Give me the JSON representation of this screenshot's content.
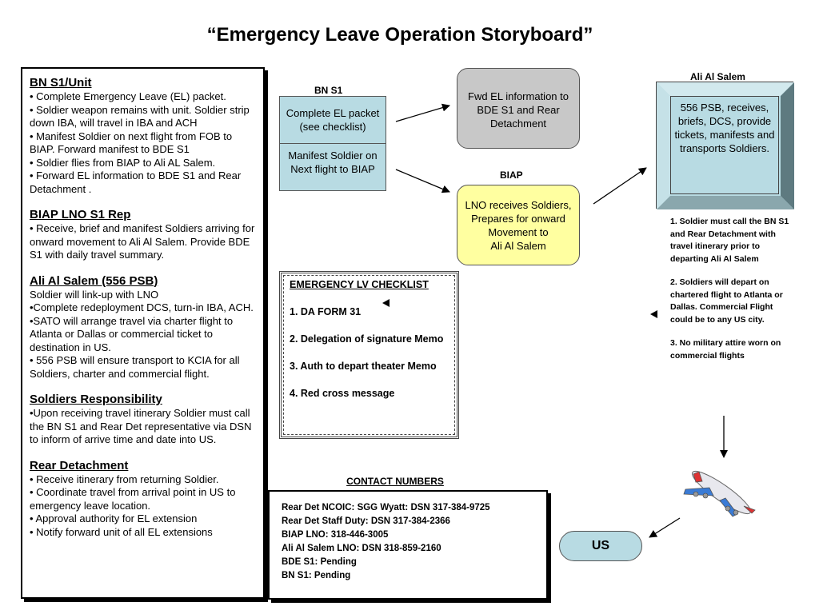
{
  "title": "“Emergency Leave Operation Storyboard”",
  "left_panel": {
    "sections": [
      {
        "heading": "BN S1/Unit",
        "lines": [
          "• Complete Emergency Leave (EL) packet.",
          "• Soldier weapon remains with unit. Soldier strip down IBA, will travel in IBA and ACH",
          "• Manifest Soldier on next flight from FOB to BIAP. Forward manifest to BDE S1",
          "• Soldier flies from BIAP to Ali AL Salem.",
          "• Forward EL information to BDE S1 and Rear Detachment ."
        ]
      },
      {
        "heading": "BIAP LNO S1 Rep",
        "lines": [
          "• Receive, brief and manifest Soldiers arriving for onward movement to Ali Al Salem. Provide BDE S1 with daily travel summary."
        ]
      },
      {
        "heading": "Ali Al Salem (556 PSB)",
        "lines": [
          " Soldier will link-up with LNO",
          "•Complete redeployment DCS, turn-in IBA, ACH.",
          "•SATO will arrange travel via charter flight to Atlanta or Dallas or commercial ticket to destination in US.",
          "• 556 PSB will ensure transport to KCIA for all Soldiers, charter and commercial flight."
        ]
      },
      {
        "heading": "Soldiers Responsibility",
        "lines": [
          "•Upon receiving travel itinerary Soldier must call the BN S1 and Rear Det representative via DSN to inform of arrive time and date into US."
        ]
      },
      {
        "heading": "Rear Detachment",
        "lines": [
          "• Receive itinerary from returning Soldier.",
          "• Coordinate travel from arrival point in US to emergency leave location.",
          "• Approval authority for EL extension",
          "• Notify forward unit of all EL extensions"
        ]
      }
    ]
  },
  "bn_s1": {
    "label": "BN S1",
    "cell1": "Complete EL packet (see checklist)",
    "cell2": "Manifest Soldier on Next flight to BIAP"
  },
  "fwd": {
    "text": "Fwd EL information to BDE S1 and Rear Detachment"
  },
  "biap": {
    "label": "BIAP",
    "text": "LNO receives Soldiers, Prepares for onward Movement to\nAli Al Salem"
  },
  "ali_al_salem": {
    "label": "Ali Al Salem",
    "text": "556 PSB, receives, briefs, DCS, provide tickets, manifests and transports Soldiers."
  },
  "notes": [
    "1. Soldier must call the BN S1 and Rear Detachment with travel itinerary prior to departing Ali Al Salem",
    "2. Soldiers will depart on chartered flight to Atlanta or Dallas. Commercial Flight could be to any US city.",
    "3. No military attire worn on commercial flights"
  ],
  "checklist": {
    "heading": "EMERGENCY LV CHECKLIST",
    "items": [
      "1. DA FORM 31",
      "2. Delegation of signature Memo",
      "3. Auth to depart theater Memo",
      "4. Red cross message"
    ]
  },
  "contacts": {
    "heading": "CONTACT NUMBERS",
    "lines": [
      "Rear Det NCOIC: SGG Wyatt: DSN 317-384-9725",
      "Rear Det Staff Duty: DSN 317-384-2366",
      "BIAP LNO: 318-446-3005",
      "Ali Al Salem LNO: DSN 318-859-2160",
      "BDE S1: Pending",
      "BN S1: Pending"
    ]
  },
  "us": {
    "label": "US"
  },
  "colors": {
    "light_blue": "#b8dbe3",
    "gray": "#c8c8c8",
    "yellow": "#ffffa0"
  },
  "icons": [
    "airplane-icon"
  ]
}
